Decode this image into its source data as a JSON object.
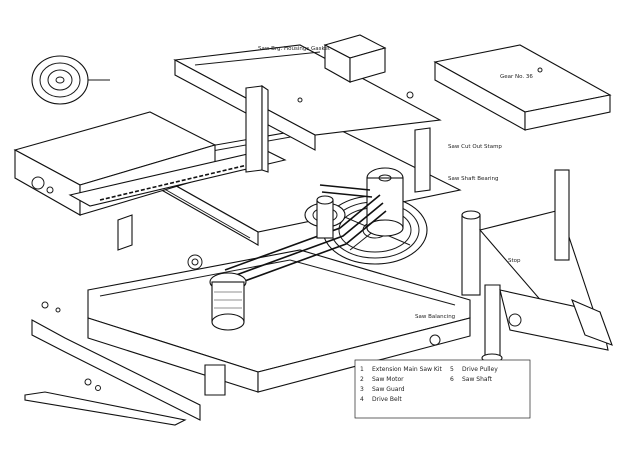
{
  "callouts": [
    {
      "id": "c1",
      "text": "Saw Brg. Housings Gasket"
    },
    {
      "id": "c2",
      "text": "Saw Cut Out Stamp"
    },
    {
      "id": "c3",
      "text": "Saw Shaft Bearing"
    },
    {
      "id": "c4",
      "text": "Saw Balancing"
    },
    {
      "id": "c5",
      "text": "Stop"
    },
    {
      "id": "c6",
      "text": "Gear No. 36"
    }
  ],
  "legend": {
    "rows": [
      {
        "num": "1",
        "label": "Extension Main Saw Kit"
      },
      {
        "num": "2",
        "label": "Saw Motor"
      },
      {
        "num": "3",
        "label": "Saw Guard"
      },
      {
        "num": "4",
        "label": "Drive Belt"
      },
      {
        "num": "5",
        "label": "Drive Pulley"
      },
      {
        "num": "6",
        "label": "Saw Shaft"
      }
    ]
  }
}
